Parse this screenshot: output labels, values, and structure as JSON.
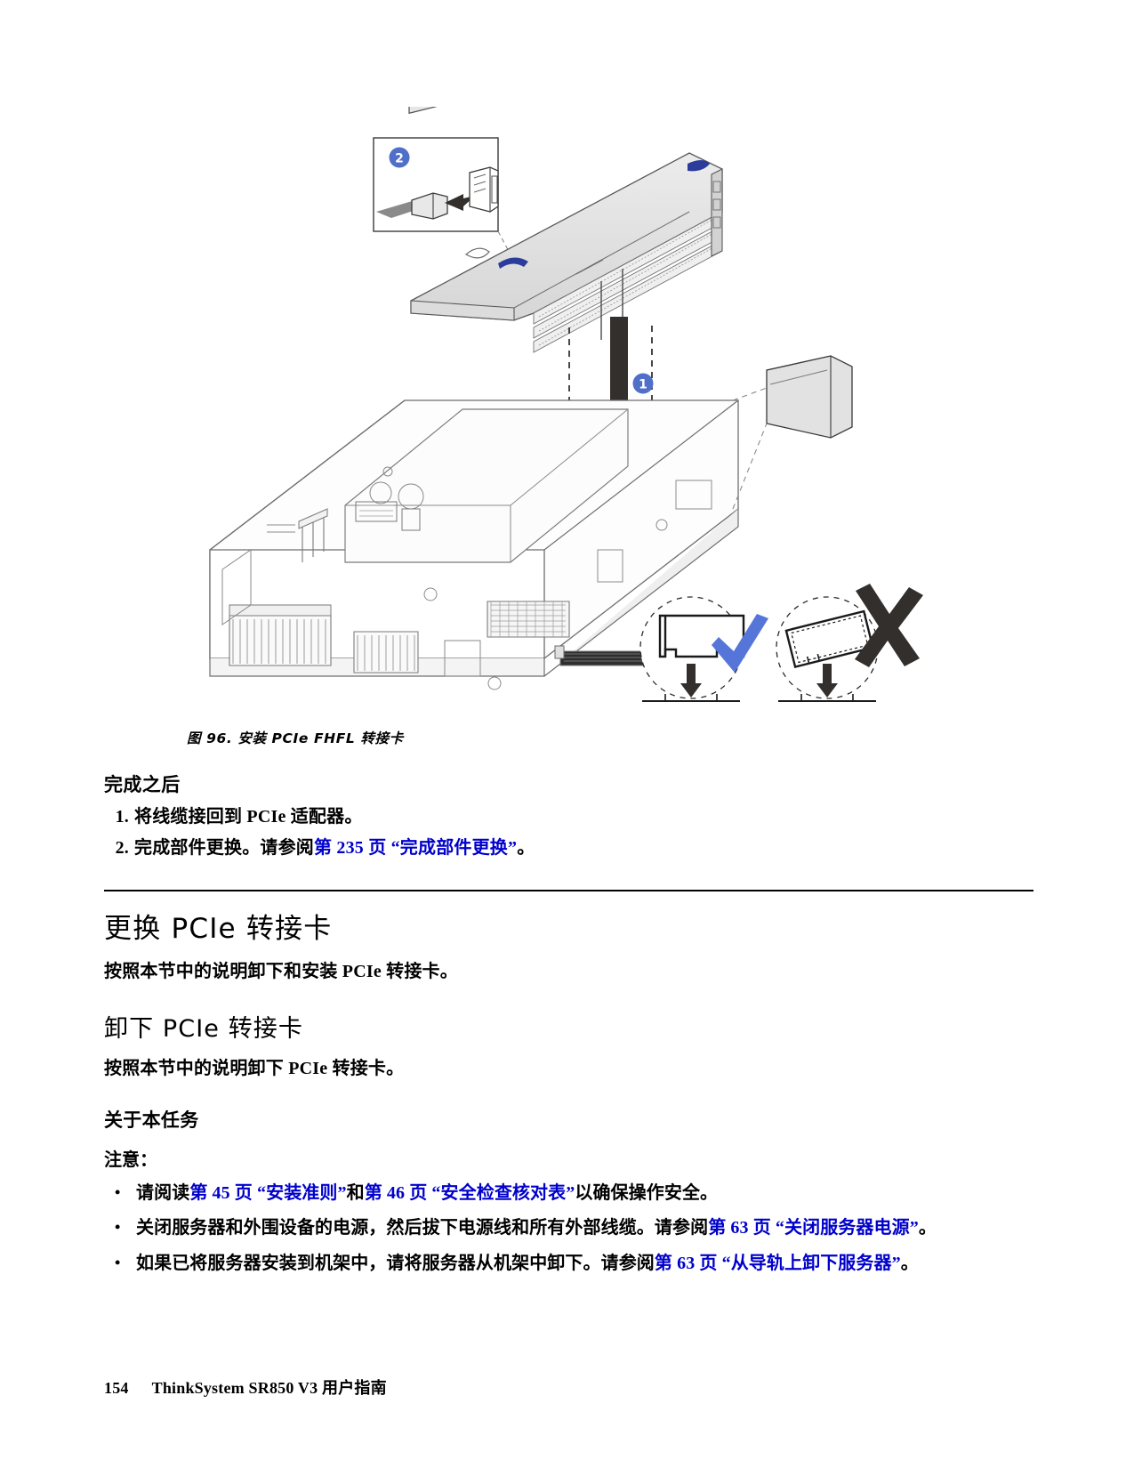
{
  "figure": {
    "caption": "图 96. 安装 PCIe FHFL 转接卡",
    "callouts": [
      {
        "id": "1",
        "label": "1"
      },
      {
        "id": "2",
        "label": "2"
      }
    ],
    "detail_correct_mark": "✔",
    "detail_incorrect_mark": "✘",
    "colors": {
      "callout_blue": "#4F6FC8",
      "check_blue": "#5576D8",
      "arrow_dark": "#332F2C",
      "part_fill": "#E3E3E3",
      "line": "#6E6E6E",
      "accent_blue": "#2B3C9B"
    }
  },
  "after_you_finish": {
    "heading": "完成之后",
    "steps": [
      {
        "number": "1.",
        "text_before": "将线缆接回到 PCIe 适配器。",
        "link": "",
        "text_after": ""
      },
      {
        "number": "2.",
        "text_before": "完成部件更换。请参阅",
        "link": "第 235 页 “完成部件更换”",
        "text_after": "。"
      }
    ]
  },
  "chapter": {
    "title": "更换 PCIe 转接卡",
    "intro": "按照本节中的说明卸下和安装 PCIe 转接卡。"
  },
  "section": {
    "title": "卸下 PCIe 转接卡",
    "intro": "按照本节中的说明卸下 PCIe 转接卡。"
  },
  "about_task": {
    "heading": "关于本任务",
    "attention_label": "注意：",
    "bullets": [
      {
        "marker": "•",
        "parts": [
          {
            "type": "text",
            "value": "请阅读"
          },
          {
            "type": "link",
            "value": "第 45 页 “安装准则”"
          },
          {
            "type": "text",
            "value": "和"
          },
          {
            "type": "link",
            "value": "第 46 页 “安全检查核对表”"
          },
          {
            "type": "text",
            "value": "以确保操作安全。"
          }
        ]
      },
      {
        "marker": "•",
        "parts": [
          {
            "type": "text",
            "value": "关闭服务器和外围设备的电源，然后拔下电源线和所有外部线缆。请参阅"
          },
          {
            "type": "link",
            "value": "第 63 页 “关闭服务器电源”"
          },
          {
            "type": "text",
            "value": "。"
          }
        ]
      },
      {
        "marker": "•",
        "parts": [
          {
            "type": "text",
            "value": "如果已将服务器安装到机架中，请将服务器从机架中卸下。请参阅"
          },
          {
            "type": "link",
            "value": "第 63 页 “从导轨上卸下服务器”"
          },
          {
            "type": "text",
            "value": "。"
          }
        ]
      }
    ]
  },
  "footer": {
    "page_number": "154",
    "document_title": "ThinkSystem SR850 V3 用户指南"
  }
}
